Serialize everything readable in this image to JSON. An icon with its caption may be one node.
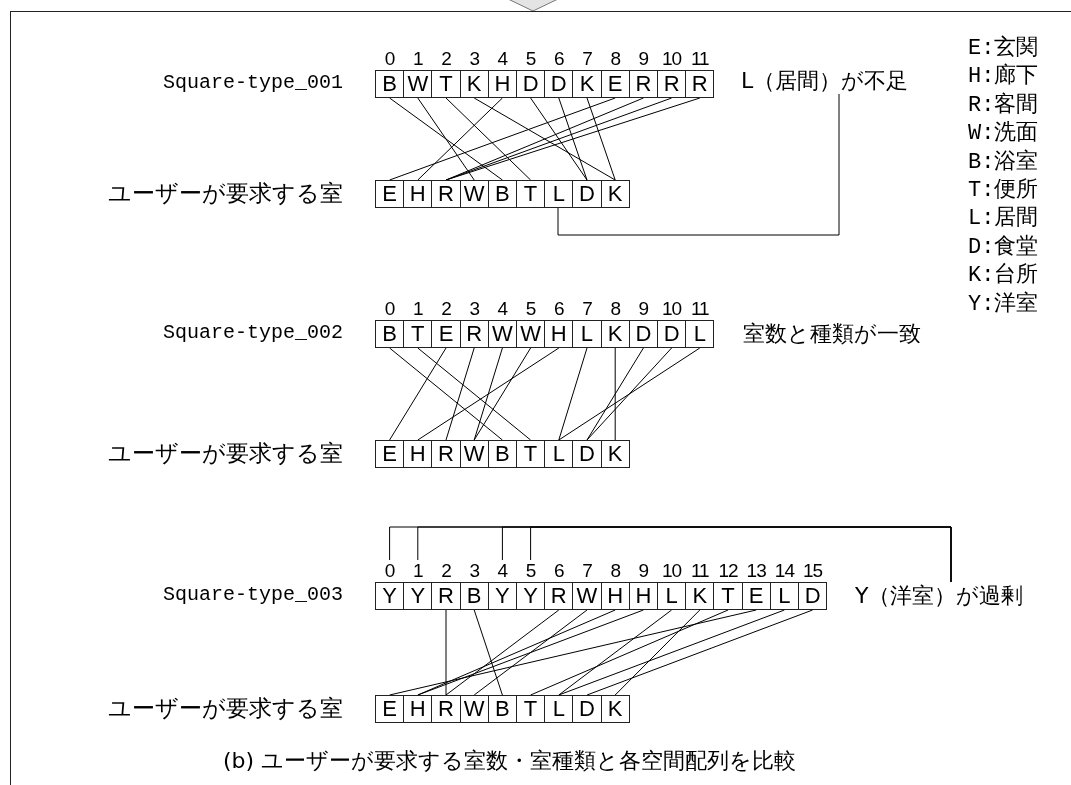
{
  "diagram": {
    "caption": "(b) ユーザーが要求する室数・室種類と各空間配列を比較",
    "nodes": [
      {
        "text": [],
        "shape": "box"
      },
      {
        "text": [
          "B"
        ],
        "beside": [
          "0"
        ],
        "in": 0
      },
      {
        "text": [
          "W"
        ],
        "beside": [
          "1"
        ],
        "in": 0
      },
      {
        "text": [
          "T"
        ],
        "beside": [
          "2"
        ],
        "in": 0
      },
      {
        "text": [
          "K"
        ],
        "beside": [
          "3"
        ],
        "in": 0
      },
      {
        "text": [
          "H"
        ],
        "beside": [
          "4"
        ],
        "in": 0
      },
      {
        "text": [
          "D"
        ],
        "beside": [
          "5"
        ],
        "in": 0
      },
      {
        "text": [
          "D"
        ],
        "beside": [
          "6"
        ],
        "in": 0
      },
      {
        "text": [
          "K"
        ],
        "beside": [
          "7"
        ],
        "in": 0
      },
      {
        "text": [
          "E"
        ],
        "beside": [
          "8"
        ],
        "in": 0
      },
      {
        "text": [
          "R"
        ],
        "beside": [
          "9"
        ],
        "in": 0
      },
      {
        "text": [
          "R"
        ],
        "beside": [
          "10"
        ],
        "in": 0
      },
      {
        "text": [
          "R"
        ],
        "beside": [
          "11"
        ],
        "in": 0
      },
      {
        "text": [
          "L（居間）が不足"
        ],
        "in": 0
      },
      {
        "text": [
          "E"
        ],
        "in": 0
      },
      {
        "text": [
          "H"
        ],
        "in": 0
      },
      {
        "text": [
          "R"
        ],
        "in": 0
      },
      {
        "text": [
          "W"
        ],
        "in": 0
      },
      {
        "text": [
          "B"
        ],
        "in": 0
      },
      {
        "text": [
          "T"
        ],
        "in": 0
      },
      {
        "text": [
          "L"
        ],
        "in": 0
      },
      {
        "text": [
          "D"
        ],
        "in": 0
      },
      {
        "text": [
          "K"
        ],
        "in": 0
      },
      {
        "text": [
          "B"
        ],
        "beside": [
          "0"
        ],
        "in": 0
      },
      {
        "text": [
          "T"
        ],
        "beside": [
          "1"
        ],
        "in": 0
      },
      {
        "text": [
          "E"
        ],
        "beside": [
          "2"
        ],
        "in": 0
      },
      {
        "text": [
          "R"
        ],
        "beside": [
          "3"
        ],
        "in": 0
      },
      {
        "text": [
          "W"
        ],
        "beside": [
          "4"
        ],
        "in": 0
      },
      {
        "text": [
          "W"
        ],
        "beside": [
          "5"
        ],
        "in": 0
      },
      {
        "text": [
          "H"
        ],
        "beside": [
          "6"
        ],
        "in": 0
      },
      {
        "text": [
          "L"
        ],
        "beside": [
          "7"
        ],
        "in": 0
      },
      {
        "text": [
          "K"
        ],
        "beside": [
          "8"
        ],
        "in": 0
      },
      {
        "text": [
          "D"
        ],
        "beside": [
          "9"
        ],
        "in": 0
      },
      {
        "text": [
          "D"
        ],
        "beside": [
          "10"
        ],
        "in": 0
      },
      {
        "text": [
          "L"
        ],
        "beside": [
          "11"
        ],
        "in": 0
      },
      {
        "text": [
          "E"
        ],
        "in": 0
      },
      {
        "text": [
          "H"
        ],
        "in": 0
      },
      {
        "text": [
          "R"
        ],
        "in": 0
      },
      {
        "text": [
          "W"
        ],
        "in": 0
      },
      {
        "text": [
          "B"
        ],
        "in": 0
      },
      {
        "text": [
          "T"
        ],
        "in": 0
      },
      {
        "text": [
          "L"
        ],
        "in": 0
      },
      {
        "text": [
          "D"
        ],
        "in": 0
      },
      {
        "text": [
          "K"
        ],
        "in": 0
      },
      {
        "text": [
          "Y"
        ],
        "beside": [
          "0"
        ],
        "in": 0
      },
      {
        "text": [
          "Y"
        ],
        "beside": [
          "1"
        ],
        "in": 0
      },
      {
        "text": [
          "R"
        ],
        "beside": [
          "2"
        ],
        "in": 0
      },
      {
        "text": [
          "B"
        ],
        "beside": [
          "3"
        ],
        "in": 0
      },
      {
        "text": [
          "Y"
        ],
        "beside": [
          "4"
        ],
        "in": 0
      },
      {
        "text": [
          "Y"
        ],
        "beside": [
          "5"
        ],
        "in": 0
      },
      {
        "text": [
          "R"
        ],
        "beside": [
          "6"
        ],
        "in": 0
      },
      {
        "text": [
          "W"
        ],
        "beside": [
          "7"
        ],
        "in": 0
      },
      {
        "text": [
          "H"
        ],
        "beside": [
          "8"
        ],
        "in": 0
      },
      {
        "text": [
          "H"
        ],
        "beside": [
          "9"
        ],
        "in": 0
      },
      {
        "text": [
          "L"
        ],
        "beside": [
          "10"
        ],
        "in": 0
      },
      {
        "text": [
          "K"
        ],
        "beside": [
          "11"
        ],
        "in": 0
      },
      {
        "text": [
          "T"
        ],
        "beside": [
          "12"
        ],
        "in": 0
      },
      {
        "text": [
          "E"
        ],
        "beside": [
          "13"
        ],
        "in": 0
      },
      {
        "text": [
          "L"
        ],
        "beside": [
          "14"
        ],
        "in": 0
      },
      {
        "text": [
          "D"
        ],
        "beside": [
          "15"
        ],
        "in": 0
      },
      {
        "text": [
          "Y（洋室）が過剰"
        ],
        "in": 0
      },
      {
        "text": [
          "E"
        ],
        "in": 0
      },
      {
        "text": [
          "H"
        ],
        "in": 0
      },
      {
        "text": [
          "R"
        ],
        "in": 0
      },
      {
        "text": [
          "W"
        ],
        "in": 0
      },
      {
        "text": [
          "B"
        ],
        "in": 0
      },
      {
        "text": [
          "T"
        ],
        "in": 0
      },
      {
        "text": [
          "L"
        ],
        "in": 0
      },
      {
        "text": [
          "D"
        ],
        "in": 0
      },
      {
        "text": [
          "K"
        ],
        "in": 0
      }
    ],
    "edges": [
      {
        "from": null,
        "to": 0,
        "arrow": "to",
        "color": "#777777"
      },
      {
        "from": 1,
        "to": 18,
        "arrow": "none"
      },
      {
        "from": 2,
        "to": 17,
        "arrow": "none"
      },
      {
        "from": 3,
        "to": 19,
        "arrow": "none"
      },
      {
        "from": 4,
        "to": 22,
        "arrow": "none"
      },
      {
        "from": 5,
        "to": 15,
        "arrow": "none"
      },
      {
        "from": 6,
        "to": 21,
        "arrow": "none"
      },
      {
        "from": 7,
        "to": 21,
        "arrow": "none"
      },
      {
        "from": 8,
        "to": 22,
        "arrow": "none"
      },
      {
        "from": 9,
        "to": 14,
        "arrow": "none"
      },
      {
        "from": 10,
        "to": 16,
        "arrow": "none"
      },
      {
        "from": 11,
        "to": 16,
        "arrow": "none"
      },
      {
        "from": 12,
        "to": 16,
        "arrow": "none"
      },
      {
        "from": 20,
        "to": 13,
        "arrow": "none"
      },
      {
        "from": 23,
        "to": 39,
        "arrow": "none"
      },
      {
        "from": 24,
        "to": 40,
        "arrow": "none"
      },
      {
        "from": 25,
        "to": 35,
        "arrow": "none"
      },
      {
        "from": 26,
        "to": 37,
        "arrow": "none"
      },
      {
        "from": 27,
        "to": 38,
        "arrow": "none"
      },
      {
        "from": 28,
        "to": 38,
        "arrow": "none"
      },
      {
        "from": 29,
        "to": 36,
        "arrow": "none"
      },
      {
        "from": 30,
        "to": 41,
        "arrow": "none"
      },
      {
        "from": 31,
        "to": 43,
        "arrow": "none"
      },
      {
        "from": 32,
        "to": 42,
        "arrow": "none"
      },
      {
        "from": 33,
        "to": 42,
        "arrow": "none"
      },
      {
        "from": 34,
        "to": 41,
        "arrow": "none"
      },
      {
        "from": 44,
        "to": 60,
        "arrow": "none"
      },
      {
        "from": 45,
        "to": 60,
        "arrow": "none"
      },
      {
        "from": 48,
        "to": 60,
        "arrow": "none"
      },
      {
        "from": 49,
        "to": 60,
        "arrow": "none"
      },
      {
        "from": 46,
        "to": 63,
        "arrow": "none"
      },
      {
        "from": 47,
        "to": 65,
        "arrow": "none"
      },
      {
        "from": 50,
        "to": 63,
        "arrow": "none"
      },
      {
        "from": 51,
        "to": 64,
        "arrow": "none"
      },
      {
        "from": 52,
        "to": 62,
        "arrow": "none"
      },
      {
        "from": 53,
        "to": 62,
        "arrow": "none"
      },
      {
        "from": 54,
        "to": 67,
        "arrow": "none"
      },
      {
        "from": 55,
        "to": 69,
        "arrow": "none"
      },
      {
        "from": 56,
        "to": 66,
        "arrow": "none"
      },
      {
        "from": 57,
        "to": 61,
        "arrow": "none"
      },
      {
        "from": 58,
        "to": 67,
        "arrow": "none"
      },
      {
        "from": 59,
        "to": 68,
        "arrow": "none"
      }
    ],
    "labels": [
      "E:玄関",
      "H:廊下",
      "R:客間",
      "W:洗面",
      "B:浴室",
      "T:便所",
      "L:居間",
      "D:食堂",
      "K:台所",
      "Y:洋室",
      "Square-type_001",
      "ユーザーが要求する室",
      "Square-type_002",
      "室数と種類が一致",
      "ユーザーが要求する室",
      "Square-type_003",
      "ユーザーが要求する室"
    ]
  }
}
